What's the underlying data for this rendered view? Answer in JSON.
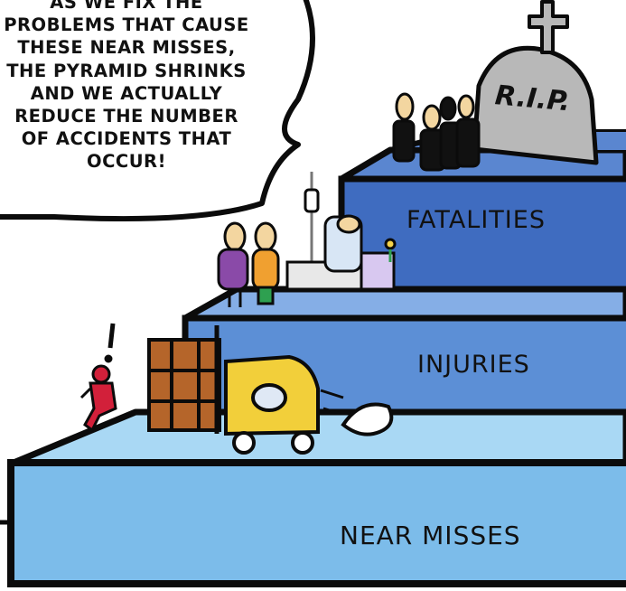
{
  "speech_bubble": {
    "lines": [
      "AS WE FIX THE",
      "PROBLEMS THAT CAUSE",
      "THESE NEAR MISSES,",
      "THE PYRAMID SHRINKS",
      "AND WE ACTUALLY",
      "REDUCE THE NUMBER",
      "OF ACCIDENTS THAT",
      "OCCUR!"
    ]
  },
  "tombstone_text": "R.I.P.",
  "tiers": {
    "top": "FATALITIES",
    "middle": "INJURIES",
    "bottom": "NEAR MISSES"
  },
  "colors": {
    "top_tier": "#3f6cc0",
    "middle_tier": "#5c8fd6",
    "bottom_tier": "#7cbcea",
    "outline": "#0b0b0b",
    "forklift": "#f2cf3a",
    "crate": "#b5652a",
    "runner": "#d2203a"
  }
}
